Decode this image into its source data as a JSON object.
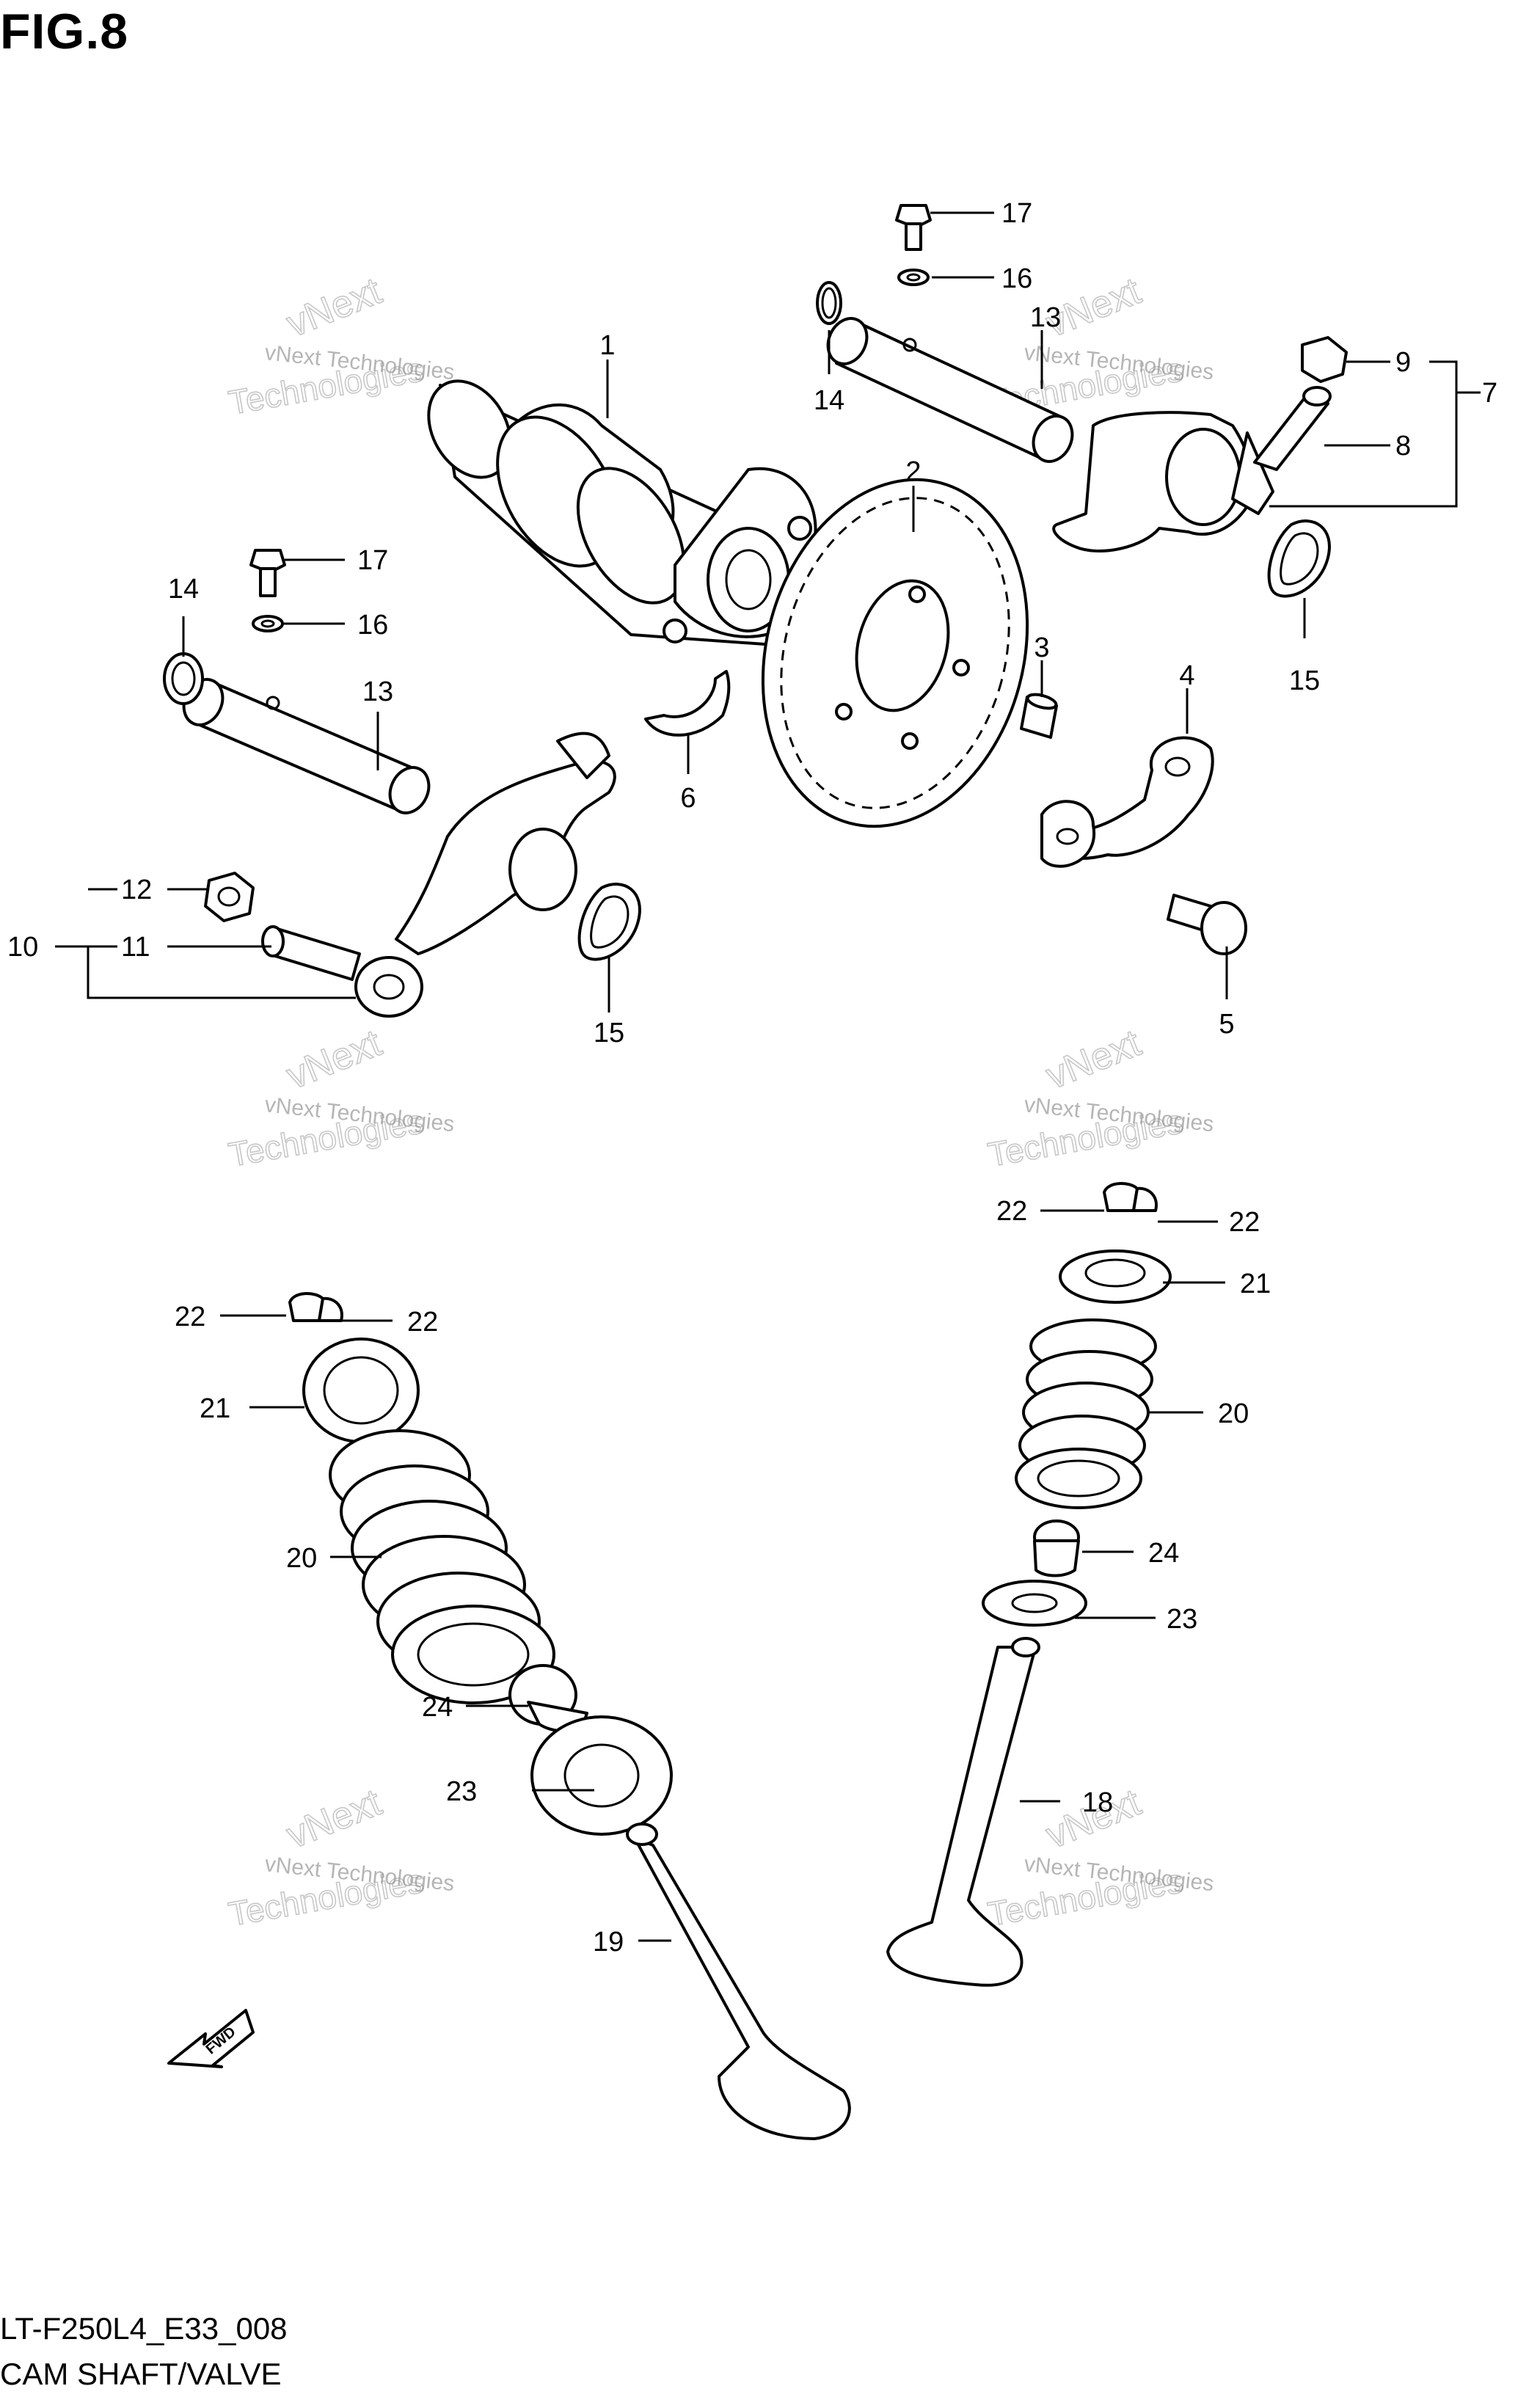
{
  "figure": {
    "title": "FIG.8",
    "code": "LT-F250L4_E33_008",
    "name": "CAM SHAFT/VALVE"
  },
  "watermark": {
    "line1": "vNext Technologies",
    "line2": "vNext",
    "line3": "Technologies"
  },
  "direction_label": "FWD",
  "callouts": [
    {
      "id": "c1",
      "text": "1"
    },
    {
      "id": "c2",
      "text": "2"
    },
    {
      "id": "c3",
      "text": "3"
    },
    {
      "id": "c4",
      "text": "4"
    },
    {
      "id": "c5",
      "text": "5"
    },
    {
      "id": "c6",
      "text": "6"
    },
    {
      "id": "c7",
      "text": "7"
    },
    {
      "id": "c8",
      "text": "8"
    },
    {
      "id": "c9",
      "text": "9"
    },
    {
      "id": "c10",
      "text": "10"
    },
    {
      "id": "c11",
      "text": "11"
    },
    {
      "id": "c12",
      "text": "12"
    },
    {
      "id": "c13a",
      "text": "13"
    },
    {
      "id": "c13b",
      "text": "13"
    },
    {
      "id": "c14a",
      "text": "14"
    },
    {
      "id": "c14b",
      "text": "14"
    },
    {
      "id": "c15a",
      "text": "15"
    },
    {
      "id": "c15b",
      "text": "15"
    },
    {
      "id": "c16a",
      "text": "16"
    },
    {
      "id": "c16b",
      "text": "16"
    },
    {
      "id": "c17a",
      "text": "17"
    },
    {
      "id": "c17b",
      "text": "17"
    },
    {
      "id": "c18",
      "text": "18"
    },
    {
      "id": "c19",
      "text": "19"
    },
    {
      "id": "c20a",
      "text": "20"
    },
    {
      "id": "c20b",
      "text": "20"
    },
    {
      "id": "c21a",
      "text": "21"
    },
    {
      "id": "c21b",
      "text": "21"
    },
    {
      "id": "c22a",
      "text": "22"
    },
    {
      "id": "c22b",
      "text": "22"
    },
    {
      "id": "c22c",
      "text": "22"
    },
    {
      "id": "c22d",
      "text": "22"
    },
    {
      "id": "c23a",
      "text": "23"
    },
    {
      "id": "c23b",
      "text": "23"
    },
    {
      "id": "c24a",
      "text": "24"
    },
    {
      "id": "c24b",
      "text": "24"
    }
  ]
}
